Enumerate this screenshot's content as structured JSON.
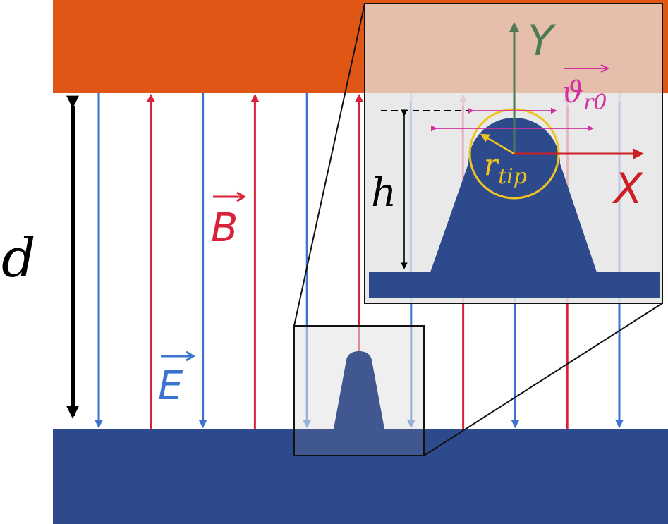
{
  "labels": {
    "d": "d",
    "B": "B",
    "E": "E",
    "h": "h",
    "Y": "Y",
    "X": "X",
    "r_main": "r",
    "r_sub": "tip",
    "theta_main": "ϑ",
    "theta_sub": "r0"
  },
  "colors": {
    "top_plate": "#e05614",
    "bottom_plate": "#2c4a8c",
    "e_field": "#3a74d0",
    "b_field": "#d8223a",
    "y_axis": "#4e7a55",
    "x_axis": "#cc1e24",
    "radius": "#f0c420",
    "velocity": "#d030a0",
    "panel_bg": "#e6e6e6",
    "outline": "#111111"
  },
  "field_lines": [
    {
      "kind": "E",
      "direction": "down"
    },
    {
      "kind": "B",
      "direction": "up"
    },
    {
      "kind": "E",
      "direction": "down"
    },
    {
      "kind": "B",
      "direction": "up"
    },
    {
      "kind": "E",
      "direction": "down"
    },
    {
      "kind": "B",
      "direction": "up"
    },
    {
      "kind": "E",
      "direction": "down"
    },
    {
      "kind": "B",
      "direction": "up"
    },
    {
      "kind": "E",
      "direction": "down"
    },
    {
      "kind": "B",
      "direction": "up"
    },
    {
      "kind": "E",
      "direction": "down"
    }
  ]
}
